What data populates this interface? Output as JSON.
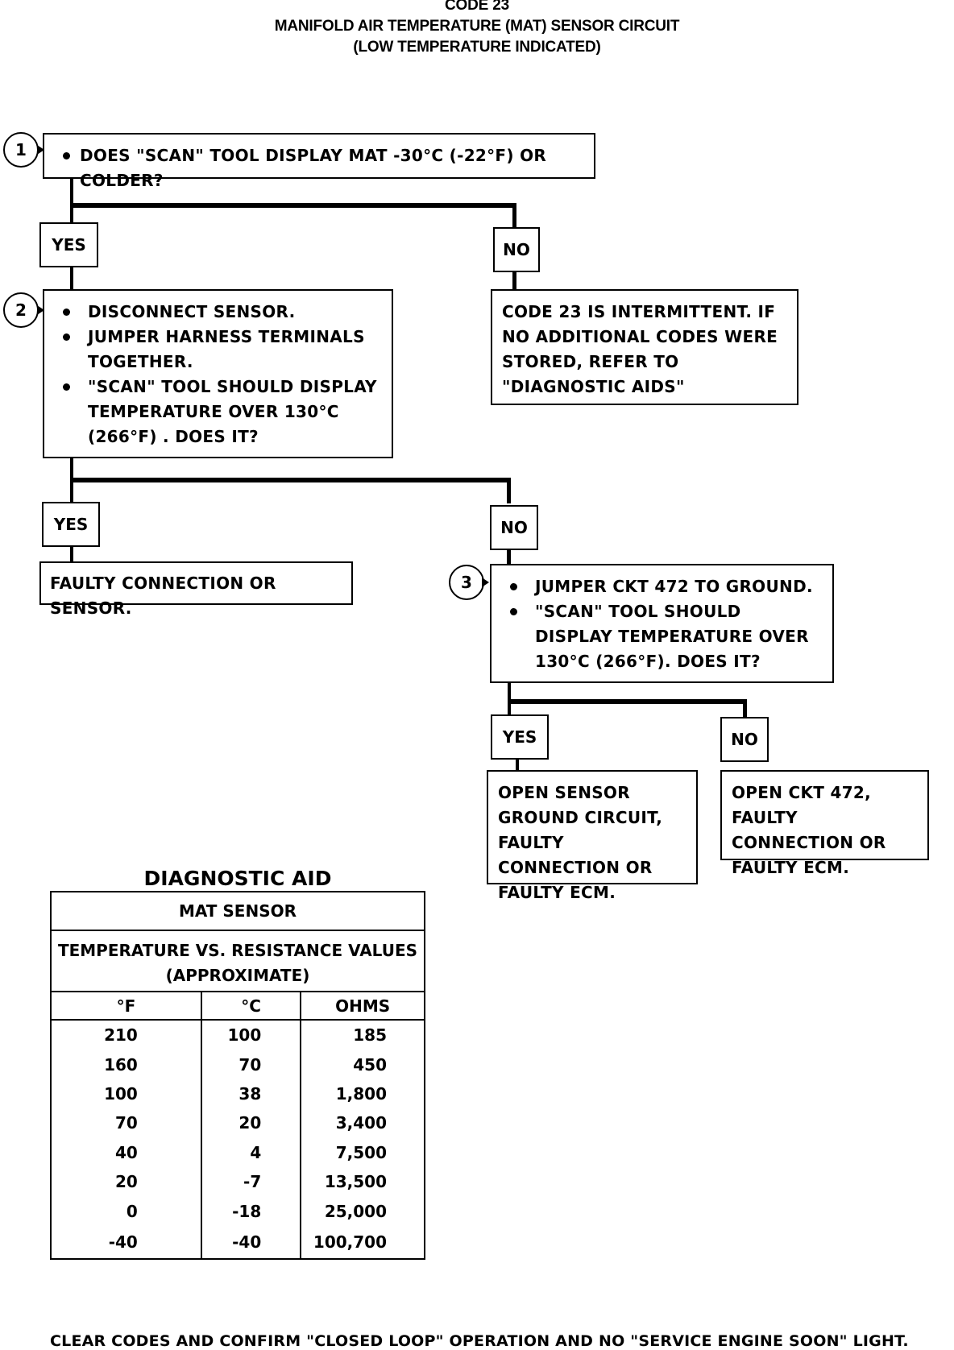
{
  "header": {
    "code": "CODE 23",
    "title": "MANIFOLD AIR TEMPERATURE (MAT) SENSOR CIRCUIT",
    "subtitle": "(LOW TEMPERATURE INDICATED)"
  },
  "steps": {
    "s1": {
      "number": "1",
      "text": "DOES \"SCAN\" TOOL DISPLAY MAT -30°C  (-22°F) OR COLDER?"
    },
    "s2": {
      "number": "2",
      "bullets": [
        "DISCONNECT SENSOR.",
        "JUMPER HARNESS TERMINALS TOGETHER.",
        "\"SCAN\" TOOL SHOULD DISPLAY TEMPERATURE OVER 130°C (266°F) . DOES IT?"
      ]
    },
    "s3": {
      "number": "3",
      "bullets": [
        "JUMPER CKT 472 TO GROUND.",
        "\"SCAN\" TOOL SHOULD DISPLAY TEMPERATURE OVER 130°C (266°F). DOES IT?"
      ]
    }
  },
  "labels": {
    "yes": "YES",
    "no": "NO"
  },
  "outcomes": {
    "intermittent": "CODE 23 IS INTERMITTENT.  IF NO ADDITIONAL CODES WERE STORED, REFER TO  \"DIAGNOSTIC AIDS\"",
    "faulty_connection": "FAULTY CONNECTION OR SENSOR.",
    "open_ground": "OPEN SENSOR GROUND CIRCUIT, FAULTY CONNECTION OR FAULTY ECM.",
    "open_ckt": "OPEN CKT 472, FAULTY CONNECTION OR FAULTY ECM."
  },
  "diagnostic_aid": {
    "title": "DIAGNOSTIC AID",
    "table_title": "MAT SENSOR",
    "subtitle_1": "TEMPERATURE VS. RESISTANCE VALUES",
    "subtitle_2": "(APPROXIMATE)",
    "columns": [
      "°F",
      "°C",
      "OHMS"
    ],
    "rows": [
      [
        "210",
        "100",
        "185"
      ],
      [
        "160",
        "70",
        "450"
      ],
      [
        "100",
        "38",
        "1,800"
      ],
      [
        "70",
        "20",
        "3,400"
      ],
      [
        "40",
        "4",
        "7,500"
      ],
      [
        "20",
        "-7",
        "13,500"
      ],
      [
        "0",
        "-18",
        "25,000"
      ],
      [
        "-40",
        "-40",
        "100,700"
      ]
    ]
  },
  "footer": "CLEAR CODES AND CONFIRM \"CLOSED LOOP\"  OPERATION AND NO \"SERVICE ENGINE SOON\" LIGHT."
}
